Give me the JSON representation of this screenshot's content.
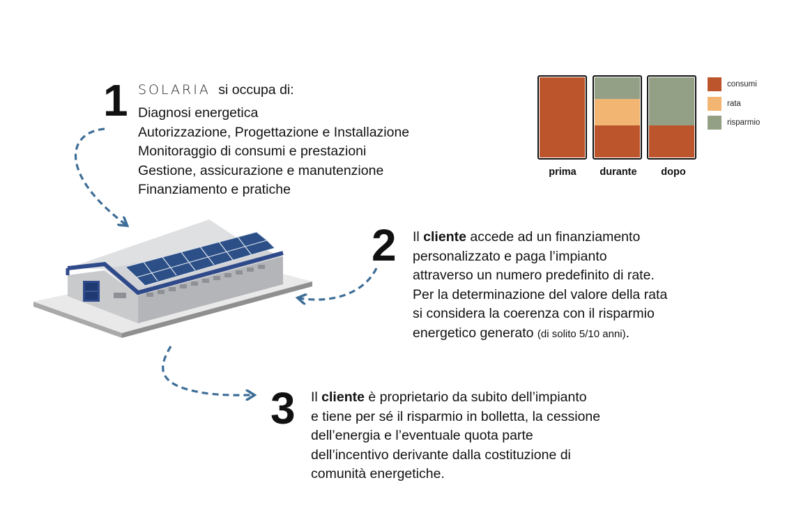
{
  "step1": {
    "number": "1",
    "brand": "SOLARIA",
    "intro": "si occupa di:",
    "items": [
      "Diagnosi energetica",
      "Autorizzazione, Progettazione e Installazione",
      "Monitoraggio di consumi e prestazioni",
      "Gestione, assicurazione e manutenzione",
      "Finanziamento e pratiche"
    ]
  },
  "step2": {
    "number": "2",
    "pre": "Il ",
    "bold": "cliente",
    "line1_rest": " accede ad un finanziamento",
    "lines": [
      "personalizzato e paga l’impianto",
      "attraverso un numero predefinito di rate.",
      "Per la determinazione del valore della rata",
      "si considera la coerenza con il risparmio"
    ],
    "last_main": "energetico generato ",
    "last_small": "(di solito 5/10 anni)",
    "last_end": "."
  },
  "step3": {
    "number": "3",
    "pre": "Il ",
    "bold": "cliente",
    "line1_rest": " è proprietario da subito dell’impianto",
    "lines": [
      "e tiene per sé il risparmio in bolletta, la cessione",
      "dell’energia e l’eventuale quota parte",
      "dell’incentivo derivante dalla costituzione di",
      "comunità energetiche."
    ]
  },
  "chart": {
    "bars": [
      {
        "label": "prima",
        "segments": {
          "consumi": 1.0,
          "rata": 0.0,
          "risparmio": 0.0
        }
      },
      {
        "label": "durante",
        "segments": {
          "consumi": 0.4,
          "rata": 0.33,
          "risparmio": 0.27
        }
      },
      {
        "label": "dopo",
        "segments": {
          "consumi": 0.4,
          "rata": 0.0,
          "risparmio": 0.6
        }
      }
    ],
    "legend": [
      {
        "key": "consumi",
        "label": "consumi",
        "color": "#bd552c"
      },
      {
        "key": "rata",
        "label": "rata",
        "color": "#f2b572"
      },
      {
        "key": "risparmio",
        "label": "risparmio",
        "color": "#93a086"
      }
    ]
  },
  "colors": {
    "arrow": "#3d6d96",
    "roof_edge": "#2f4a8a",
    "panel": "#2b4f86"
  }
}
